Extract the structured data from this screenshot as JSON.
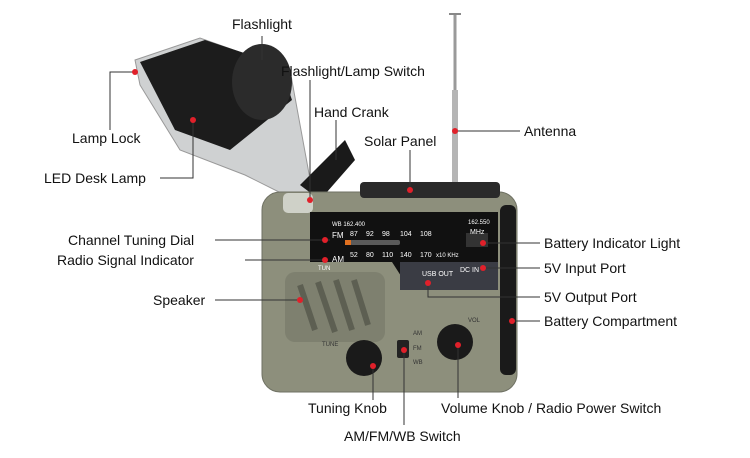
{
  "labels": {
    "flashlight": "Flashlight",
    "flashlight_lamp_switch": "Flashlight/Lamp Switch",
    "lamp_lock": "Lamp Lock",
    "hand_crank": "Hand Crank",
    "solar_panel": "Solar Panel",
    "antenna": "Antenna",
    "led_desk_lamp": "LED Desk Lamp",
    "channel_tuning_dial": "Channel Tuning Dial",
    "radio_signal_indicator": "Radio Signal Indicator",
    "speaker": "Speaker",
    "battery_indicator_light": "Battery Indicator Light",
    "input_port": "5V Input Port",
    "output_port": "5V Output Port",
    "battery_compartment": "Battery Compartment",
    "tuning_knob": "Tuning Knob",
    "band_switch": "AM/FM/WB Switch",
    "volume_knob": "Volume Knob / Radio Power Switch"
  },
  "radio_panel": {
    "wb": "WB 162.400",
    "wb_end": "162.550",
    "mhz": "MHz",
    "fm": "FM",
    "fm_scale": [
      "87",
      "92",
      "98",
      "104",
      "108"
    ],
    "am": "AM",
    "am_scale": [
      "52",
      "80",
      "110",
      "140",
      "170"
    ],
    "khz": "x10 KHz",
    "tun": "TUN",
    "usb_out": "USB OUT",
    "dc_in": "DC IN",
    "tune": "TUNE",
    "vol": "VOL",
    "switch_am": "AM",
    "switch_fm": "FM",
    "switch_wb": "WB"
  },
  "colors": {
    "marker": "#e0202a",
    "body": "#8d8f7c",
    "panel": "#111111"
  }
}
